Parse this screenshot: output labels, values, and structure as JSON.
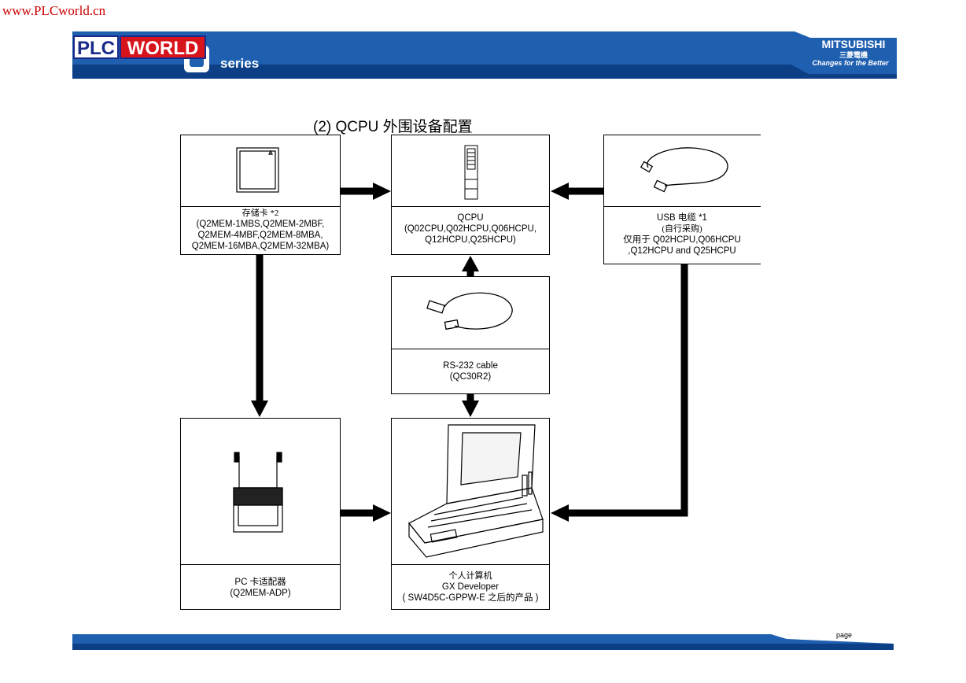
{
  "site_url": "www.PLCworld.cn",
  "header": {
    "logo_left": "PLC",
    "logo_right": "WORLD",
    "series_label": "series",
    "brand_name": "MITSUBISHI",
    "brand_sub": "三菱電機",
    "brand_slogan": "Changes for the Better",
    "colors": {
      "banner_blue": "#1f5fb0",
      "banner_dark": "#0d3f86",
      "logo_red": "#d7141c"
    }
  },
  "diagram": {
    "title": "(2) QCPU 外围设备配置",
    "memory_card": {
      "line1": "存储卡 *2",
      "line2": "(Q2MEM-1MBS,Q2MEM-2MBF,",
      "line3": "Q2MEM-4MBF,Q2MEM-8MBA,",
      "line4": "Q2MEM-16MBA,Q2MEM-32MBA)"
    },
    "qcpu": {
      "line1": "QCPU",
      "line2": "(Q02CPU,Q02HCPU,Q06HCPU,",
      "line3": "Q12HCPU,Q25HCPU)"
    },
    "usb_cable": {
      "line1": "USB 电缆 *1",
      "line2": "(自行采购)",
      "line3": "仅用于 Q02HCPU,Q06HCPU",
      "line4": ",Q12HCPU and Q25HCPU"
    },
    "rs232_cable": {
      "line1": "RS-232 cable",
      "line2": "(QC30R2)"
    },
    "pc_card_adapter": {
      "line1": "PC 卡适配器",
      "line2": "(Q2MEM-ADP)"
    },
    "personal_computer": {
      "line1": "个人计算机",
      "line2": "GX Developer",
      "line3": "( SW4D5C-GPPW-E 之后的产品 )"
    }
  },
  "footer": {
    "page_label": "page"
  }
}
